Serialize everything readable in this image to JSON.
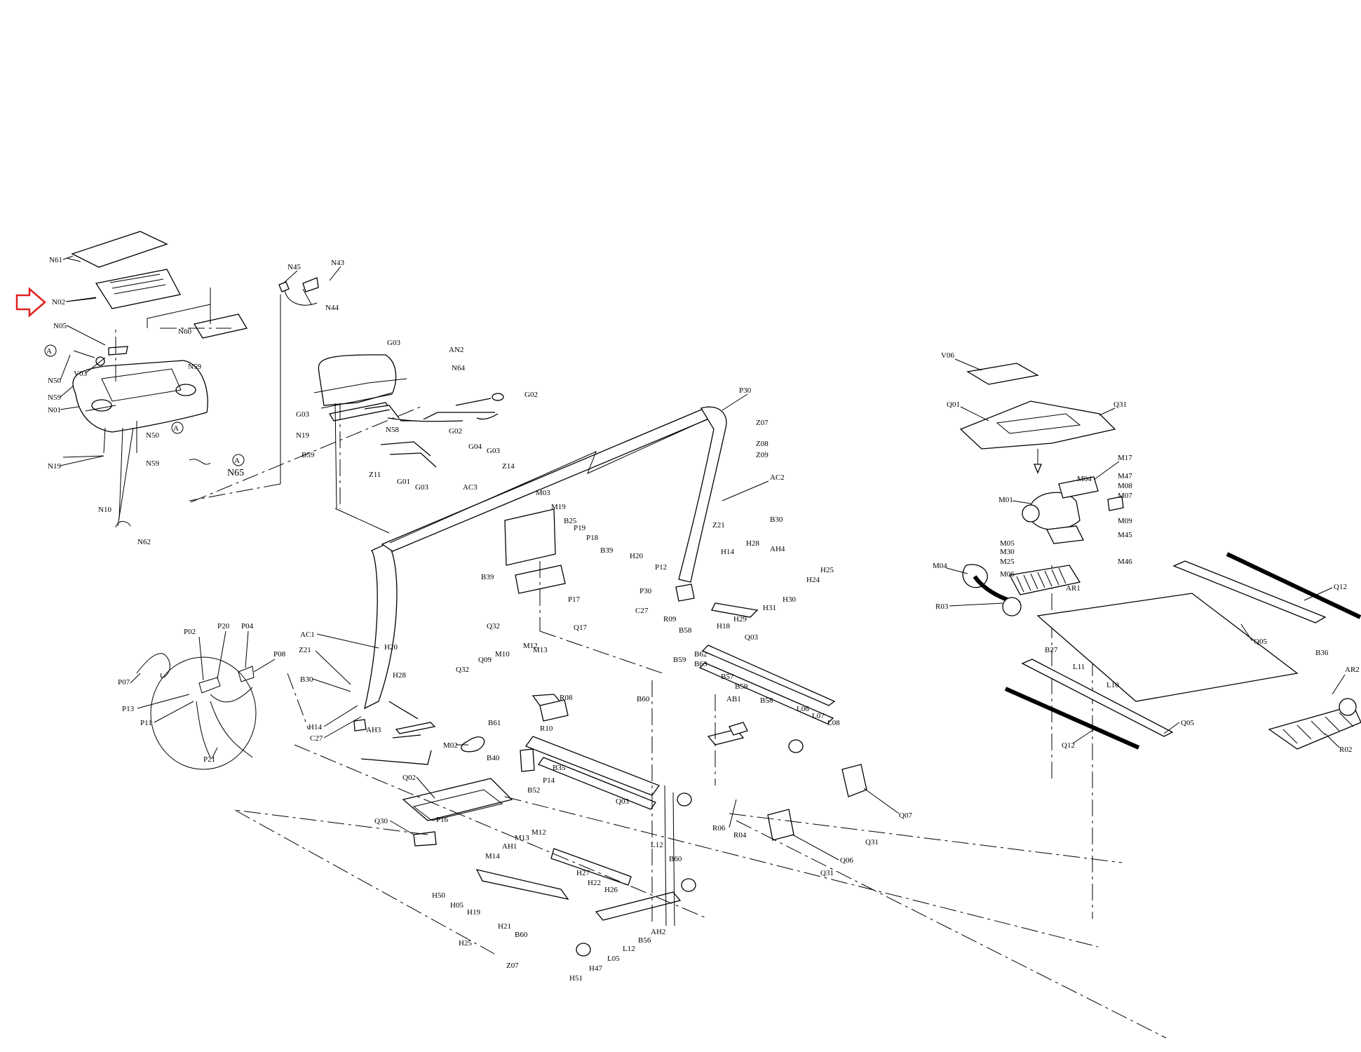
{
  "diagram": {
    "labels": {
      "N61": "N61",
      "N02": "N02",
      "N05": "N05",
      "V03": "V03",
      "N50": "N50",
      "N59": "N59",
      "N01": "N01",
      "N19": "N19",
      "N50b": "N50",
      "N59b": "N59",
      "N60": "N60",
      "N59c": "N59",
      "N45": "N45",
      "N43": "N43",
      "N44": "N44",
      "N65": "N65",
      "N10": "N10",
      "N62": "N62",
      "G03": "G03",
      "AN2": "AN2",
      "N64": "N64",
      "G02": "G02",
      "G04": "G04",
      "G03b": "G03",
      "G03c": "G03",
      "G03d": "G03",
      "N19b": "N19",
      "B59": "B59",
      "N58": "N58",
      "Z11": "Z11",
      "G01": "G01",
      "G02b": "G02",
      "P30": "P30",
      "Z07": "Z07",
      "Z08": "Z08",
      "Z09": "Z09",
      "AC2": "AC2",
      "Z14": "Z14",
      "AC3": "AC3",
      "M03": "M03",
      "M19": "M19",
      "B25": "B25",
      "P19": "P19",
      "P18": "P18",
      "B39": "B39",
      "B39b": "B39",
      "H20": "H20",
      "P12": "P12",
      "P30b": "P30",
      "P17": "P17",
      "C27": "C27",
      "Z21": "Z21",
      "B30": "B30",
      "H14": "H14",
      "H28": "H28",
      "AH4": "AH4",
      "H25": "H25",
      "H24": "H24",
      "H30": "H30",
      "H31": "H31",
      "H29": "H29",
      "H18": "H18",
      "R09": "R09",
      "B58": "B58",
      "B59b": "B59",
      "B62": "B62",
      "B63": "B63",
      "Q03": "Q03",
      "Q32": "Q32",
      "Q17": "Q17",
      "M12": "M12",
      "M10": "M10",
      "Q09": "Q09",
      "Q32b": "Q32",
      "B60": "B60",
      "B57": "B57",
      "B59c": "B59",
      "AB1": "AB1",
      "B58b": "B58",
      "L06": "L06",
      "L07": "L07",
      "L08": "L08",
      "AC1": "AC1",
      "Z21b": "Z21",
      "H20b": "H20",
      "B30b": "B30",
      "H28b": "H28",
      "H14b": "H14",
      "C27b": "C27",
      "AH3": "AH3",
      "P02": "P02",
      "P20": "P20",
      "P04": "P04",
      "P08": "P08",
      "P07": "P07",
      "P13": "P13",
      "P11": "P11",
      "P21": "P21",
      "M02": "M02",
      "B61": "B61",
      "R08": "R08",
      "R10": "R10",
      "B40": "B40",
      "B35": "B35",
      "P14": "P14",
      "B52": "B52",
      "Q03b": "Q03",
      "Q02": "Q02",
      "P16": "P16",
      "Q30": "Q30",
      "R06": "R06",
      "R04": "R04",
      "Q07": "Q07",
      "Q31": "Q31",
      "Q06": "Q06",
      "Q31b": "Q31",
      "M12b": "M12",
      "M13": "M13",
      "AH1": "AH1",
      "M14": "M14",
      "H27": "H27",
      "H50": "H50",
      "H05": "H05",
      "H19": "H19",
      "H22": "H22",
      "H26": "H26",
      "H21": "H21",
      "B60b": "B60",
      "L12": "L12",
      "B60c": "B60",
      "AH2": "AH2",
      "B56": "B56",
      "L12b": "L12",
      "L05": "L05",
      "H47": "H47",
      "H51": "H51",
      "H25b": "H25",
      "Z07b": "Z07",
      "V06": "V06",
      "Q01": "Q01",
      "Q31c": "Q31",
      "M17": "M17",
      "M04top": "M04",
      "M47": "M47",
      "M08": "M08",
      "M07": "M07",
      "M01": "M01",
      "M09": "M09",
      "M05": "M05",
      "M30": "M30",
      "M25": "M25",
      "M06": "M06",
      "M45": "M45",
      "M46": "M46",
      "M04": "M04",
      "R03": "R03",
      "AR1": "AR1",
      "Q12": "Q12",
      "Q05": "Q05",
      "B36": "B36",
      "B27": "B27",
      "L11": "L11",
      "L10": "L10",
      "AR2": "AR2",
      "Q05b": "Q05",
      "Q12b": "Q12",
      "R02": "R02",
      "A1": "A",
      "A2": "A",
      "A3": "A"
    }
  }
}
